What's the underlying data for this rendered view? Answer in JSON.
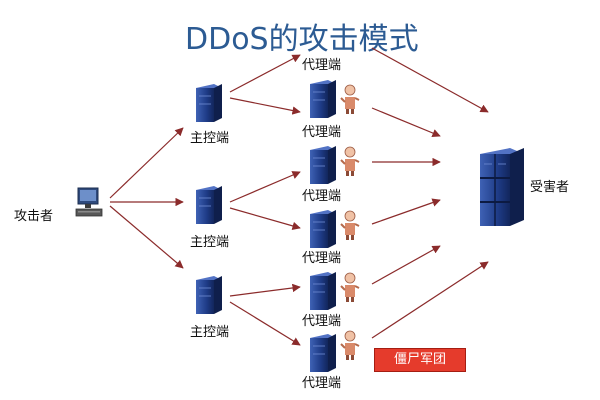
{
  "title": "DDoS的攻击模式",
  "attacker_label": "攻击者",
  "master_label": "主控端",
  "agent_label": "代理端",
  "victim_label": "受害者",
  "zombie_label": "僵尸军团",
  "colors": {
    "title": "#2c5b93",
    "arrow": "#8b2b2b",
    "server": "#1f3f8f",
    "badge": "#e53b2c"
  }
}
